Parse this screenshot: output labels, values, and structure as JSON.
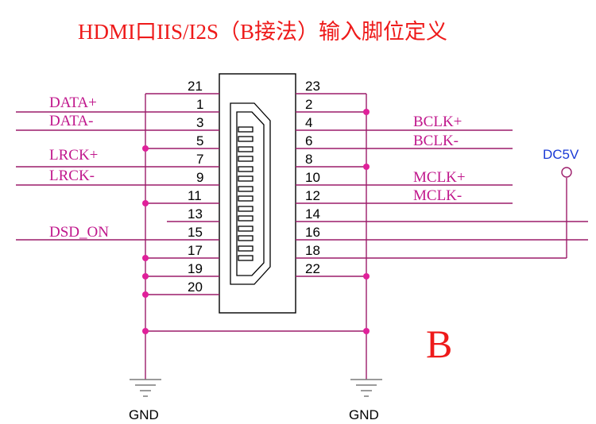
{
  "title": "HDMI口IIS/I2S（B接法）输入脚位定义",
  "variant_label": "B",
  "power_label": "DC5V",
  "ground_labels": [
    "GND",
    "GND"
  ],
  "left_pins": [
    "21",
    "1",
    "3",
    "5",
    "7",
    "9",
    "11",
    "13",
    "15",
    "17",
    "19",
    "20"
  ],
  "right_pins": [
    "23",
    "2",
    "4",
    "6",
    "8",
    "10",
    "12",
    "14",
    "16",
    "18",
    "22"
  ],
  "left_signals": [
    "DATA+",
    "DATA-",
    "LRCK+",
    "LRCK-",
    "DSD_ON"
  ],
  "right_signals": [
    "BCLK+",
    "BCLK-",
    "MCLK+",
    "MCLK-"
  ],
  "colors": {
    "title": "#ee1a1a",
    "signal": "#c0178c",
    "wire": "#9c1c6a",
    "junction": "#e0209a",
    "power": "#1a3ad6"
  }
}
